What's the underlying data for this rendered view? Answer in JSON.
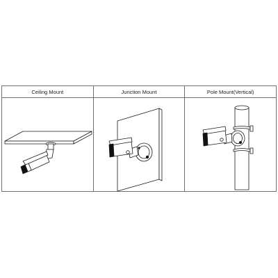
{
  "mounts": [
    {
      "label": "Ceiling Mount",
      "icon": "ceiling-mount-icon"
    },
    {
      "label": "Junction Mount",
      "icon": "junction-mount-icon"
    },
    {
      "label": "Pole Mount(Vertical)",
      "icon": "pole-mount-icon"
    }
  ],
  "colors": {
    "line": "#1a1a1a",
    "border": "#6f6f6f",
    "fill": "#ffffff",
    "dark": "#111111"
  }
}
